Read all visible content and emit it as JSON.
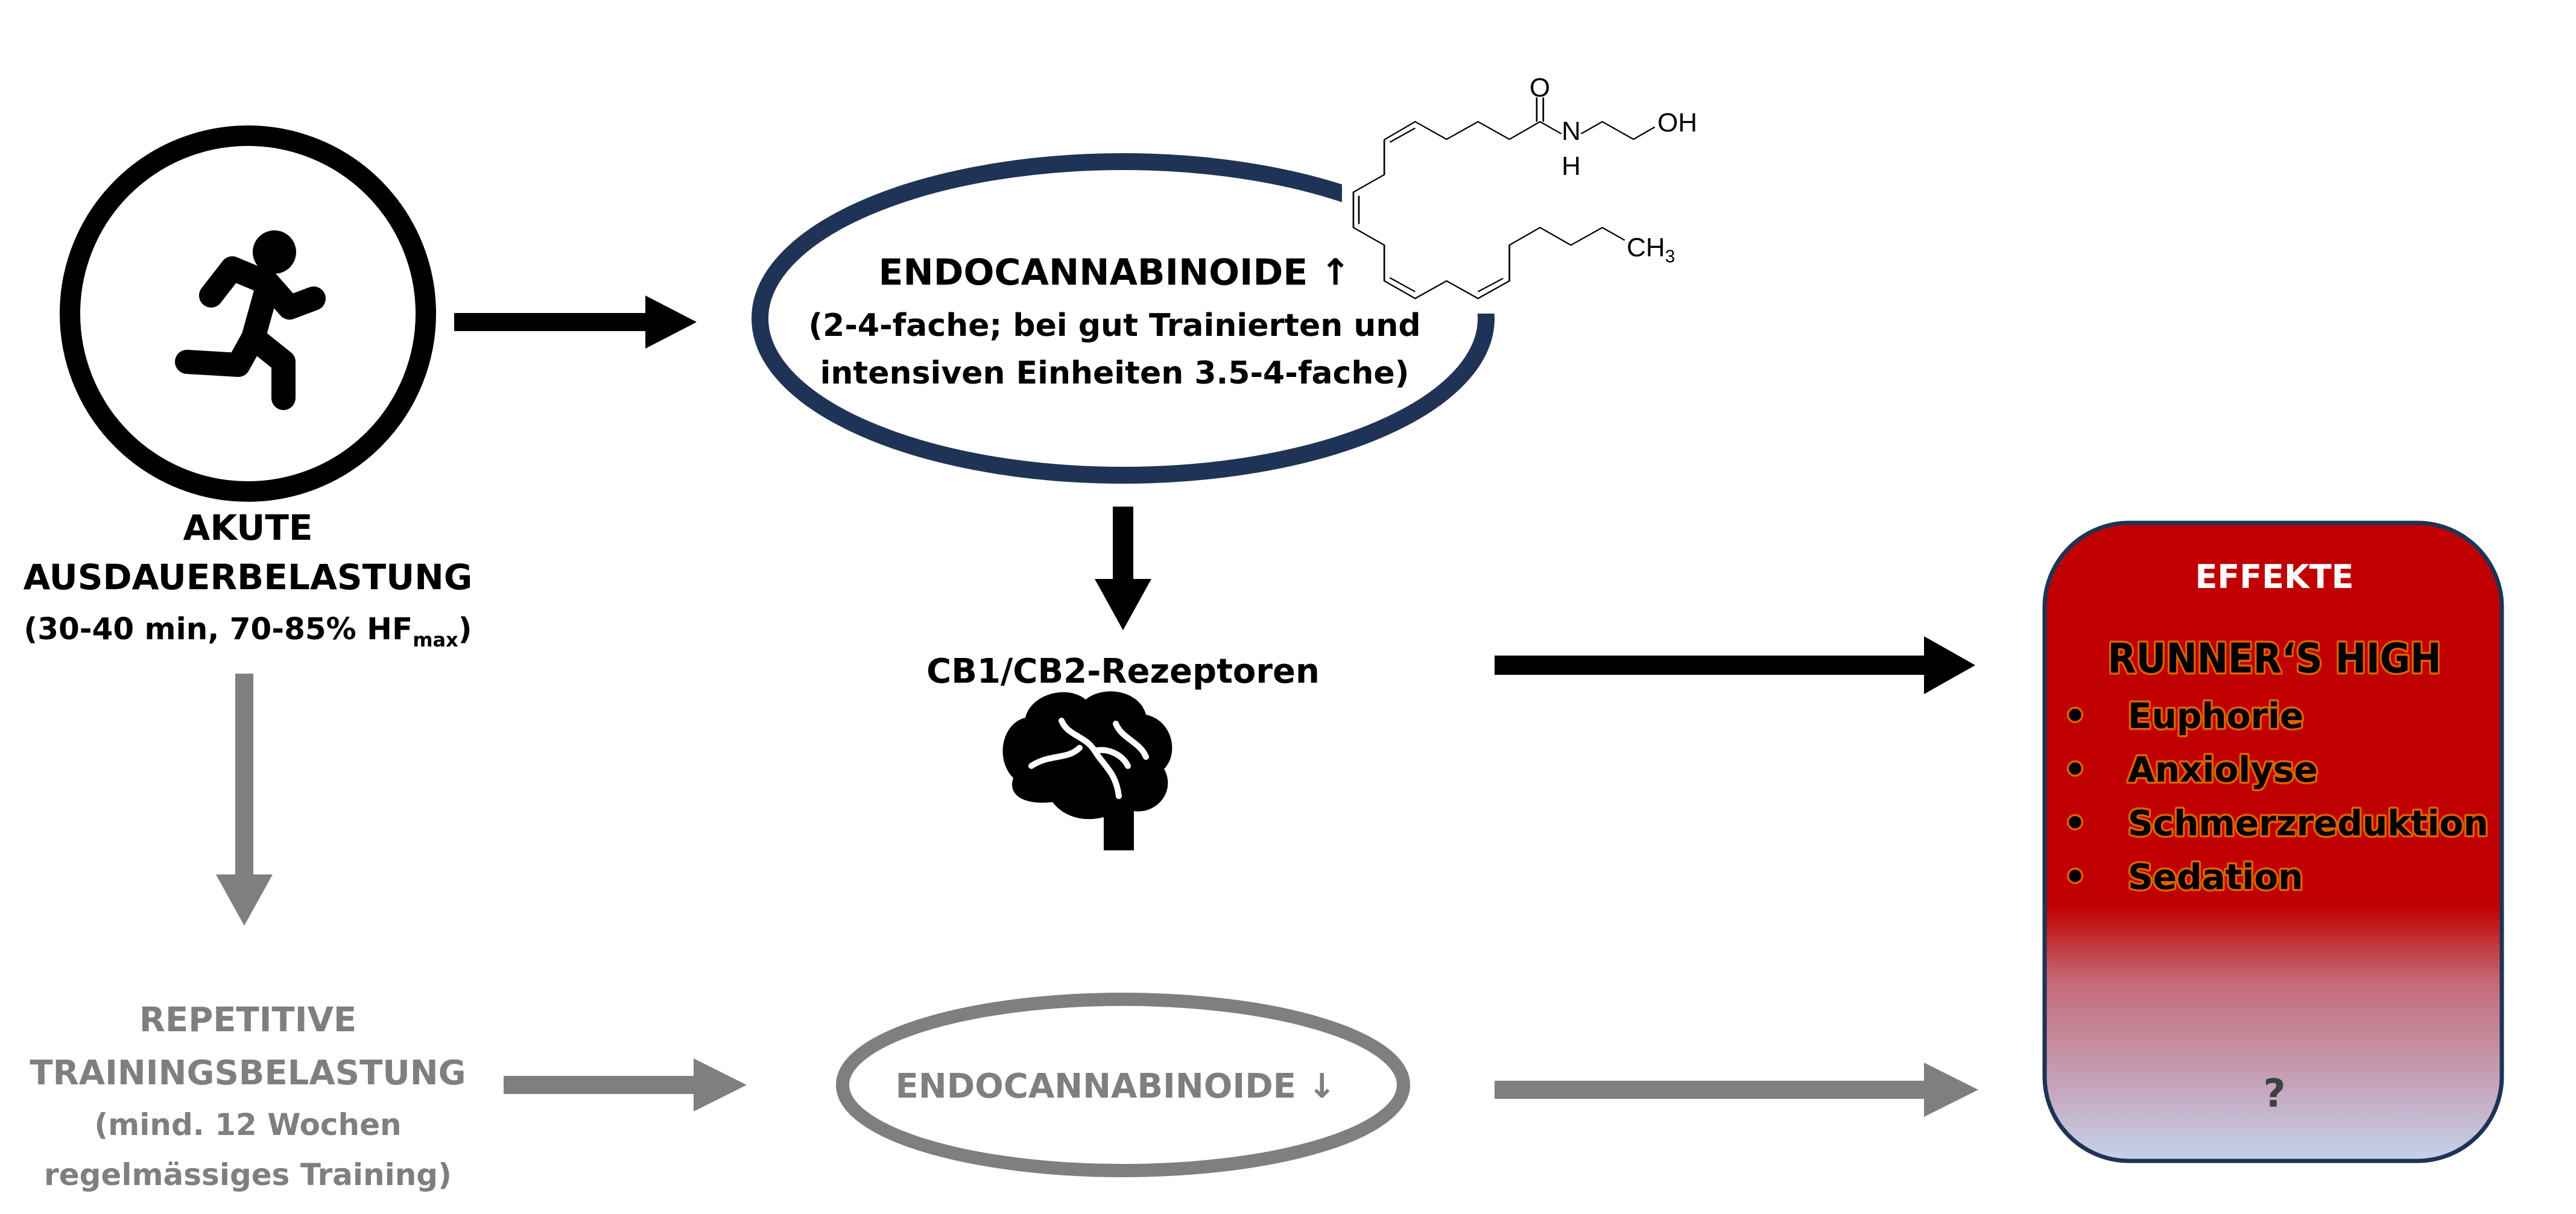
{
  "acute": {
    "icon": "running-person-icon",
    "line1": "AKUTE",
    "line2": "AUSDAUERBELASTUNG",
    "line3_main": "(30-40 min, 70-85% HF",
    "line3_sub": "max",
    "line3_end": ")"
  },
  "endo_up": {
    "title": "ENDOCANNABINOIDE ↑",
    "line2": "(2-4-fache; bei gut Trainierten und",
    "line3": "intensiven Einheiten 3.5-4-fache)"
  },
  "molecule": {
    "O": "O",
    "N": "N",
    "H": "H",
    "OH": "OH",
    "CH": "CH",
    "CH_sub": "3"
  },
  "receptors": {
    "label": "CB1/CB2-Rezeptoren",
    "icon": "brain-icon"
  },
  "repetitive": {
    "line1": "REPETITIVE",
    "line2": "TRAININGSBELASTUNG",
    "line3": "(mind. 12 Wochen",
    "line4": "regelmässiges Training)"
  },
  "endo_down": {
    "title": "ENDOCANNABINOIDE ↓"
  },
  "effects": {
    "title": "EFFEKTE",
    "subtitle": "RUNNER‘S HIGH",
    "items": [
      "Euphorie",
      "Anxiolyse",
      "Schmerzreduktion",
      "Sedation"
    ],
    "bullet": "•",
    "unknown": "?"
  },
  "colors": {
    "navy": "#1f3356",
    "red": "#c00000",
    "gray": "#7f7f7f",
    "glow": "#e06000"
  }
}
